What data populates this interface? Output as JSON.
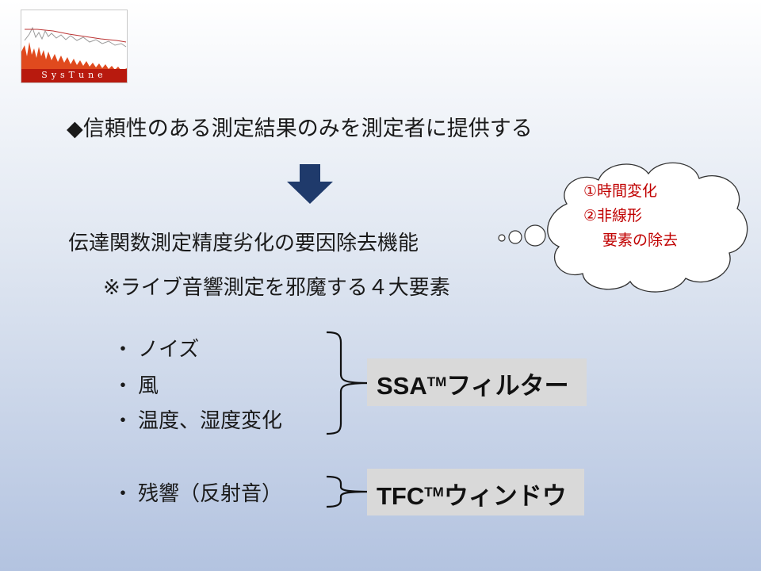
{
  "logo": {
    "text": "SysTune"
  },
  "headline": "◆信頼性のある測定結果のみを測定者に提供する",
  "function_line": "伝達関数測定精度劣化の要因除去機能",
  "note_line": "※ライブ音響測定を邪魔する４大要素",
  "cloud": {
    "line1": "①時間変化",
    "line2": "②非線形",
    "line3": "要素の除去"
  },
  "bullets": {
    "group1": [
      "ノイズ",
      "風",
      "温度、湿度変化"
    ],
    "group2": [
      "残響（反射音）"
    ],
    "dot": "・"
  },
  "filters": {
    "ssa": {
      "name": "SSA",
      "tm": "TM",
      "suffix": "フィルター"
    },
    "tfc": {
      "name": "TFC",
      "tm": "TM",
      "suffix": "ウィンドウ"
    }
  },
  "colors": {
    "arrow": "#1f3a6b",
    "cloud_text": "#c00000",
    "filter_box": "#d9d9d9",
    "logo_red": "#d8351a"
  }
}
